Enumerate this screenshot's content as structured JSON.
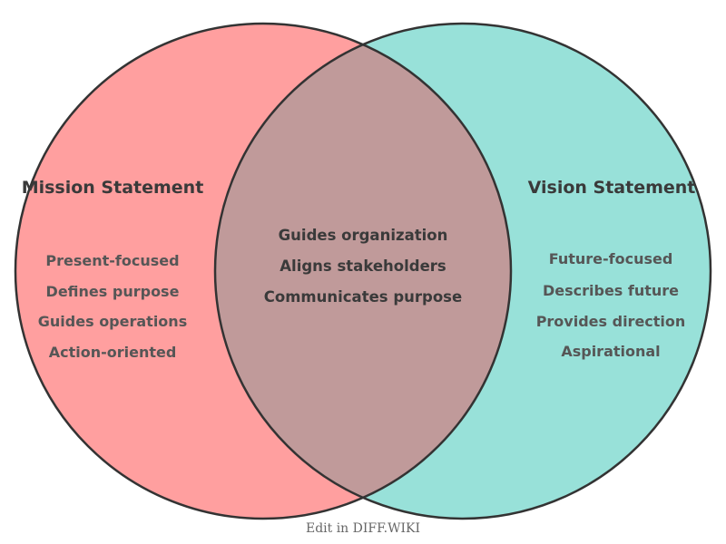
{
  "venn": {
    "left": {
      "title": "Mission Statement",
      "items": [
        "Present-focused",
        "Defines purpose",
        "Guides operations",
        "Action-oriented"
      ],
      "color": "#ff9f9f"
    },
    "right": {
      "title": "Vision Statement",
      "items": [
        "Future-focused",
        "Describes future",
        "Provides direction",
        "Aspirational"
      ],
      "color": "#98e1d9"
    },
    "overlap": {
      "items": [
        "Guides organization",
        "Aligns stakeholders",
        "Communicates purpose"
      ],
      "color": "#c09a9a"
    },
    "outline_color": "#333333",
    "footer": "Edit in DIFF.WIKI"
  }
}
